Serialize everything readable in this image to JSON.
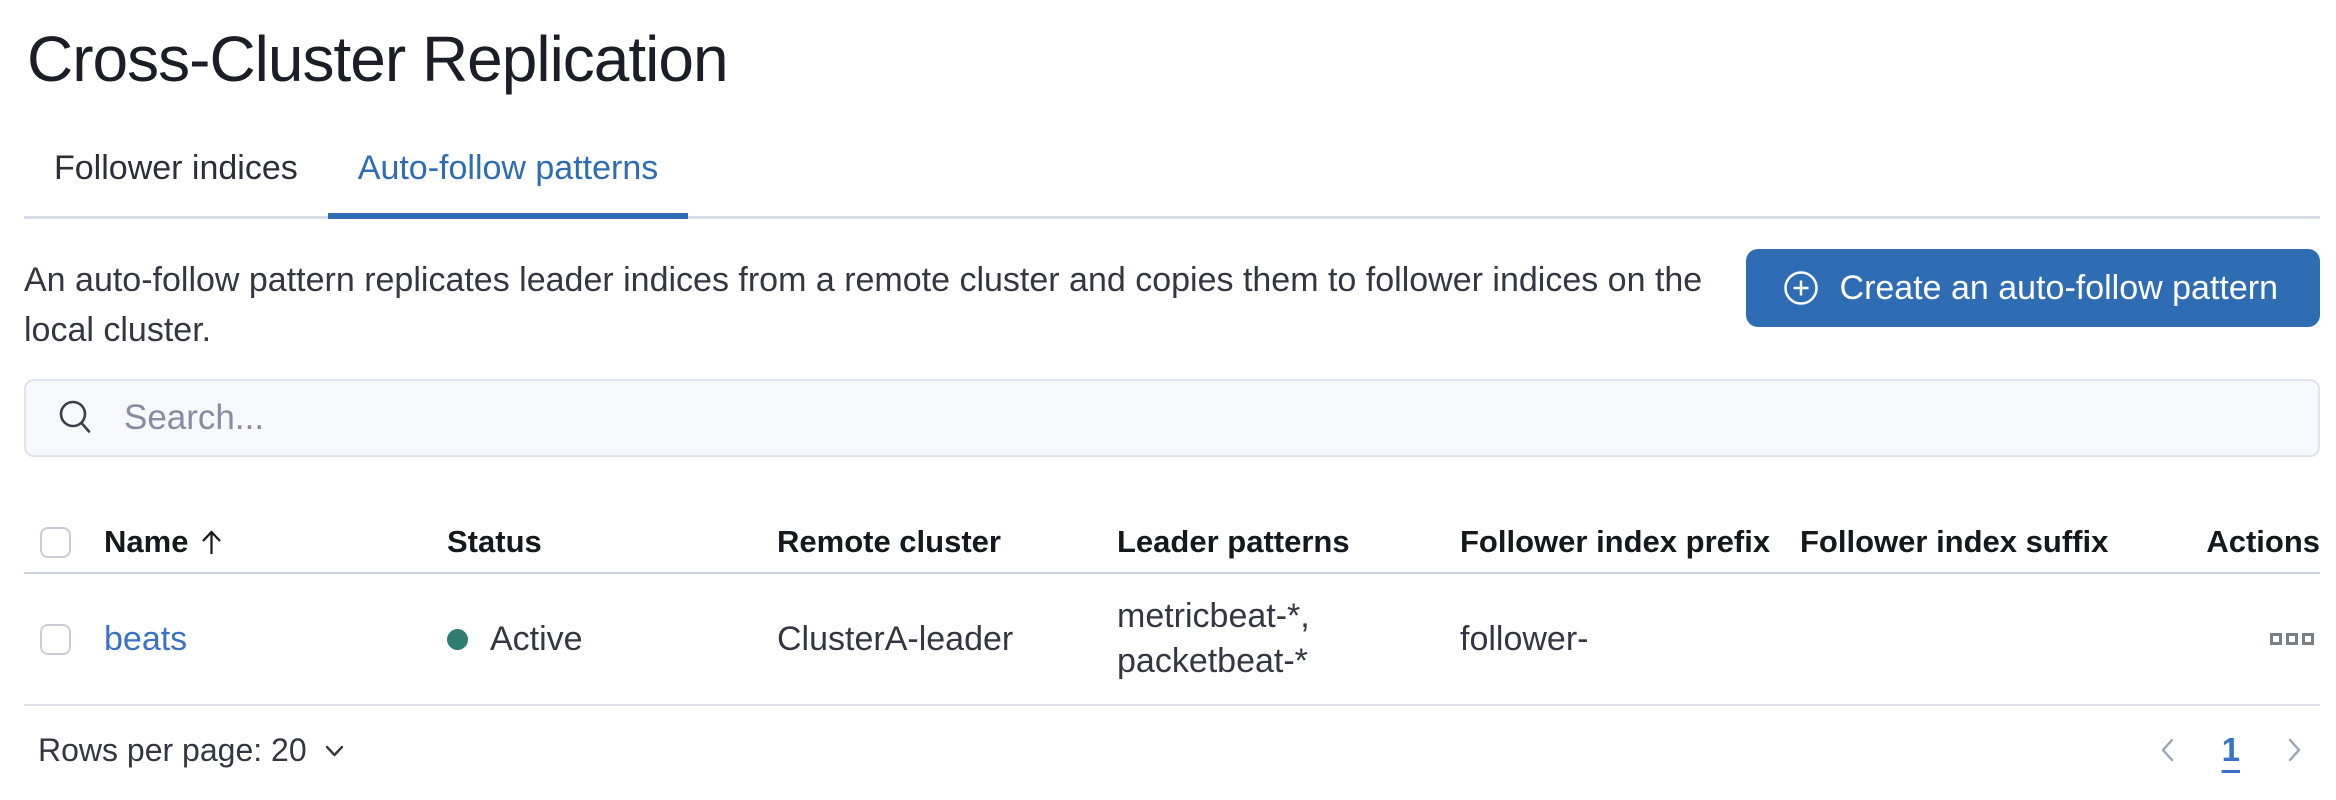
{
  "colors": {
    "accent": "#2e6cb3",
    "link": "#3a72c8",
    "status_active": "#2e7d6e"
  },
  "page": {
    "title": "Cross-Cluster Replication"
  },
  "tabs": [
    {
      "label": "Follower indices",
      "active": false
    },
    {
      "label": "Auto-follow patterns",
      "active": true
    }
  ],
  "intro": {
    "description": "An auto-follow pattern replicates leader indices from a remote cluster and copies them to follower indices on the local cluster."
  },
  "create_button": {
    "label": "Create an auto-follow pattern",
    "icon": "plus-in-circle-icon"
  },
  "search": {
    "placeholder": "Search...",
    "icon": "search-icon"
  },
  "table": {
    "columns": [
      "Name",
      "Status",
      "Remote cluster",
      "Leader patterns",
      "Follower index prefix",
      "Follower index suffix",
      "Actions"
    ],
    "sort": {
      "column": "Name",
      "direction": "ascending",
      "icon": "sort-ascending-arrow-icon"
    },
    "rows": [
      {
        "name": "beats",
        "status": "Active",
        "remote_cluster": "ClusterA-leader",
        "leader_patterns": "metricbeat-*, packetbeat-*",
        "follower_index_prefix": "follower-",
        "follower_index_suffix": "",
        "actions_icon": "boxes-horizontal-icon"
      }
    ]
  },
  "footer": {
    "rows_per_page": {
      "label": "Rows per page: 20",
      "icon": "chevron-down-icon"
    },
    "pagination": {
      "previous_icon": "chevron-left-icon",
      "current_page": "1",
      "next_icon": "chevron-right-icon"
    }
  }
}
